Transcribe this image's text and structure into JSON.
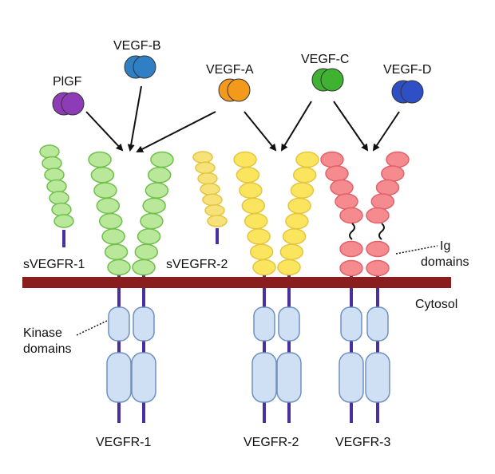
{
  "ligands": {
    "pigf": {
      "label": "PlGF",
      "color": "#8e3bb8"
    },
    "vegf_b": {
      "label": "VEGF-B",
      "color": "#2f7fc4"
    },
    "vegf_a": {
      "label": "VEGF-A",
      "color": "#f39a1c"
    },
    "vegf_c": {
      "label": "VEGF-C",
      "color": "#3fb331"
    },
    "vegf_d": {
      "label": "VEGF-D",
      "color": "#2f4fc6"
    }
  },
  "receptors": {
    "svegfr1": {
      "label": "sVEGFR-1",
      "color": "#b9e89a"
    },
    "svegfr2": {
      "label": "sVEGFR-2",
      "color": "#f7e27a"
    },
    "vegfr1": {
      "label": "VEGFR-1",
      "color": "#b9e89a"
    },
    "vegfr2": {
      "label": "VEGFR-2",
      "color": "#fbe55e"
    },
    "vegfr3": {
      "label": "VEGFR-3",
      "color": "#f58b8f"
    }
  },
  "annotations": {
    "ig_line1": "Ig",
    "ig_line2": "domains",
    "cytosol": "Cytosol",
    "kinase_line1": "Kinase",
    "kinase_line2": "domains"
  },
  "colors": {
    "membrane": "#8a1d1d",
    "transmembrane": "#4a2fa0",
    "kinase": "#cfe0f5",
    "arrow": "#111111"
  }
}
